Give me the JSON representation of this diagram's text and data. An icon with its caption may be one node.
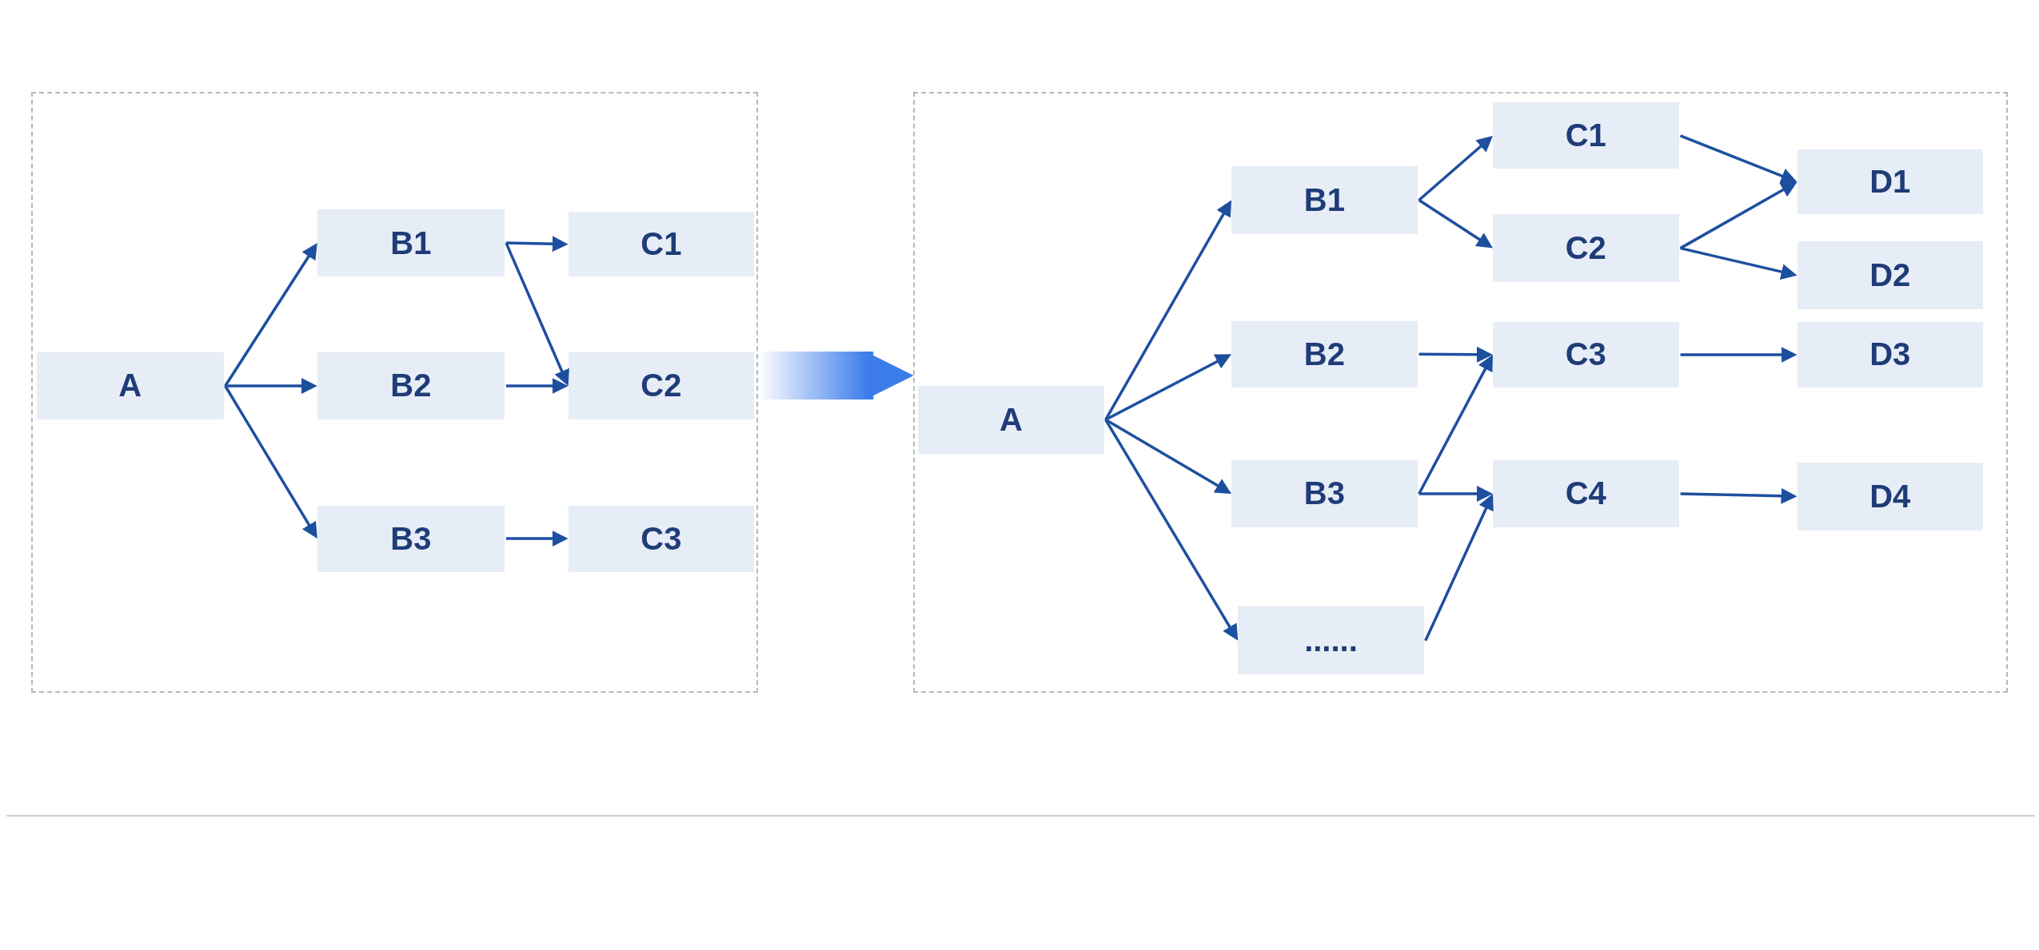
{
  "diagram": {
    "nodes": [
      {
        "text": [],
        "shape": "box"
      },
      {
        "text": [
          "A"
        ],
        "in": 0
      },
      {
        "text": [
          "B1"
        ],
        "in": 0
      },
      {
        "text": [
          "B2"
        ],
        "in": 0
      },
      {
        "text": [
          "B3"
        ],
        "in": 0
      },
      {
        "text": [
          "C1"
        ],
        "in": 0
      },
      {
        "text": [
          "C2"
        ],
        "in": 0
      },
      {
        "text": [
          "C3"
        ],
        "in": 0
      },
      {
        "text": [],
        "shape": "box"
      },
      {
        "text": [
          "A"
        ],
        "in": 8
      },
      {
        "text": [
          "B1"
        ],
        "in": 8
      },
      {
        "text": [
          "B2"
        ],
        "in": 8
      },
      {
        "text": [
          "B3"
        ],
        "in": 8
      },
      {
        "text": [
          "......"
        ],
        "in": 8
      },
      {
        "text": [
          "C1"
        ],
        "in": 8
      },
      {
        "text": [
          "C2"
        ],
        "in": 8
      },
      {
        "text": [
          "C3"
        ],
        "in": 8
      },
      {
        "text": [
          "C4"
        ],
        "in": 8
      },
      {
        "text": [
          "D1"
        ],
        "in": 8
      },
      {
        "text": [
          "D2"
        ],
        "in": 8
      },
      {
        "text": [
          "D3"
        ],
        "in": 8
      },
      {
        "text": [
          "D4"
        ],
        "in": 8
      }
    ],
    "edges": [
      {
        "from": 1,
        "to": 2,
        "arrow": "to"
      },
      {
        "from": 1,
        "to": 3,
        "arrow": "to"
      },
      {
        "from": 1,
        "to": 4,
        "arrow": "to"
      },
      {
        "from": 2,
        "to": 5,
        "arrow": "to"
      },
      {
        "from": 2,
        "to": 6,
        "arrow": "to"
      },
      {
        "from": 3,
        "to": 6,
        "arrow": "to"
      },
      {
        "from": 4,
        "to": 7,
        "arrow": "to"
      },
      {
        "from": 0,
        "to": 8,
        "arrow": "to",
        "style": "thick",
        "color": "#3b7bea"
      },
      {
        "from": 9,
        "to": 10,
        "arrow": "to"
      },
      {
        "from": 9,
        "to": 11,
        "arrow": "to"
      },
      {
        "from": 9,
        "to": 12,
        "arrow": "to"
      },
      {
        "from": 9,
        "to": 13,
        "arrow": "to"
      },
      {
        "from": 10,
        "to": 14,
        "arrow": "to"
      },
      {
        "from": 10,
        "to": 15,
        "arrow": "to"
      },
      {
        "from": 11,
        "to": 16,
        "arrow": "to"
      },
      {
        "from": 12,
        "to": 16,
        "arrow": "to"
      },
      {
        "from": 12,
        "to": 17,
        "arrow": "to"
      },
      {
        "from": 13,
        "to": 17,
        "arrow": "to"
      },
      {
        "from": 14,
        "to": 18,
        "arrow": "to"
      },
      {
        "from": 15,
        "to": 18,
        "arrow": "to"
      },
      {
        "from": 15,
        "to": 19,
        "arrow": "to"
      },
      {
        "from": 16,
        "to": 20,
        "arrow": "to"
      },
      {
        "from": 17,
        "to": 21,
        "arrow": "to"
      }
    ]
  }
}
